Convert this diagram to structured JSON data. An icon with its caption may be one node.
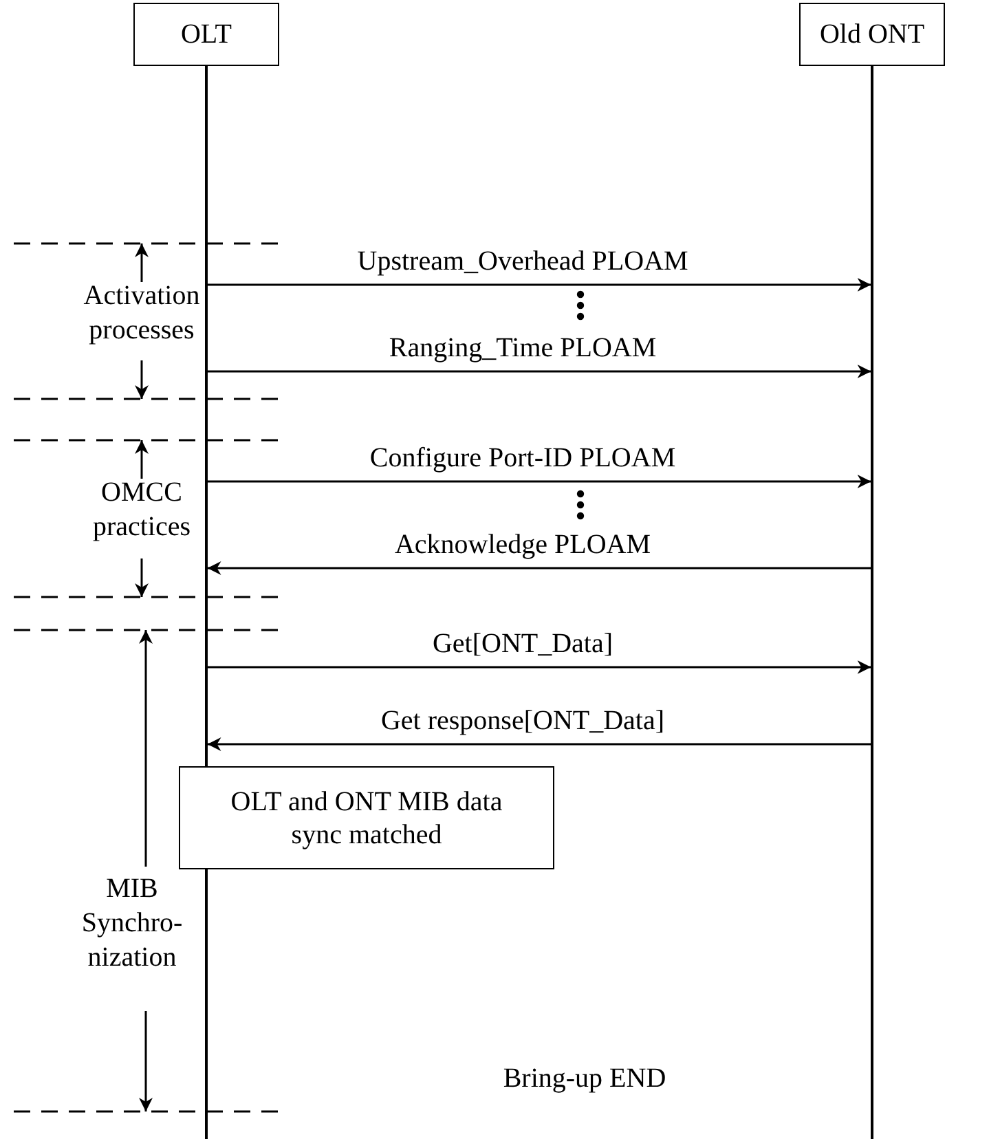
{
  "diagram": {
    "nodes": [
      {
        "text": [
          "OLT"
        ]
      },
      {
        "text": [
          "Old ONT"
        ]
      },
      {
        "text": [
          "OLT and ONT MIB data sync matched"
        ]
      }
    ],
    "edges": [
      {
        "from": 0,
        "to": 1,
        "arrow": "to",
        "label": "Upstream_Overhead PLOAM"
      },
      {
        "from": 0,
        "to": 1,
        "arrow": "to",
        "label": "Ranging_Time PLOAM"
      },
      {
        "from": 0,
        "to": 1,
        "arrow": "to",
        "label": "Configure Port-ID PLOAM"
      },
      {
        "from": 1,
        "to": 0,
        "arrow": "to",
        "label": "Acknowledge PLOAM"
      },
      {
        "from": 0,
        "to": 1,
        "arrow": "to",
        "label": "Get[ONT_Data]"
      },
      {
        "from": 1,
        "to": 0,
        "arrow": "to",
        "label": "Get response[ONT_Data]"
      }
    ],
    "labels": [
      "Activation processes",
      "OMCC practices",
      "MIB Synchro- nization",
      "Bring-up END"
    ]
  }
}
